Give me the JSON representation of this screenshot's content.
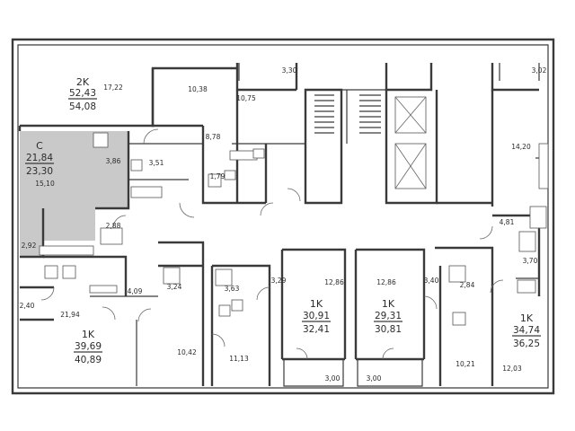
{
  "units": [
    {
      "id": "u2k",
      "type": "2K",
      "living_area": "52,43",
      "total_area": "54,08"
    },
    {
      "id": "uc",
      "type": "C",
      "living_area": "21,84",
      "total_area": "23,30",
      "highlighted": true
    },
    {
      "id": "u1k_a",
      "type": "1K",
      "living_area": "39,69",
      "total_area": "40,89"
    },
    {
      "id": "u1k_b",
      "type": "1K",
      "living_area": "30,91",
      "total_area": "32,41"
    },
    {
      "id": "u1k_c",
      "type": "1K",
      "living_area": "29,31",
      "total_area": "30,81"
    },
    {
      "id": "u1k_d",
      "type": "1K",
      "living_area": "34,74",
      "total_area": "36,25"
    }
  ],
  "rooms": [
    "17,22",
    "10,38",
    "3,30",
    "3,02",
    "10,75",
    "8,78",
    "3,86",
    "3,51",
    "15,10",
    "1,79",
    "14,20",
    "2,88",
    "2,92",
    "4,81",
    "3,70",
    "4,09",
    "3,24",
    "3,63",
    "3,29",
    "12,86",
    "12,86",
    "3,40",
    "2,84",
    "2,40",
    "21,94",
    "10,42",
    "11,13",
    "10,21",
    "12,03",
    "3,00",
    "3,00"
  ],
  "colors": {
    "highlight": "#c9c9c9",
    "wall": "#3a3a3a",
    "background": "#ffffff"
  }
}
